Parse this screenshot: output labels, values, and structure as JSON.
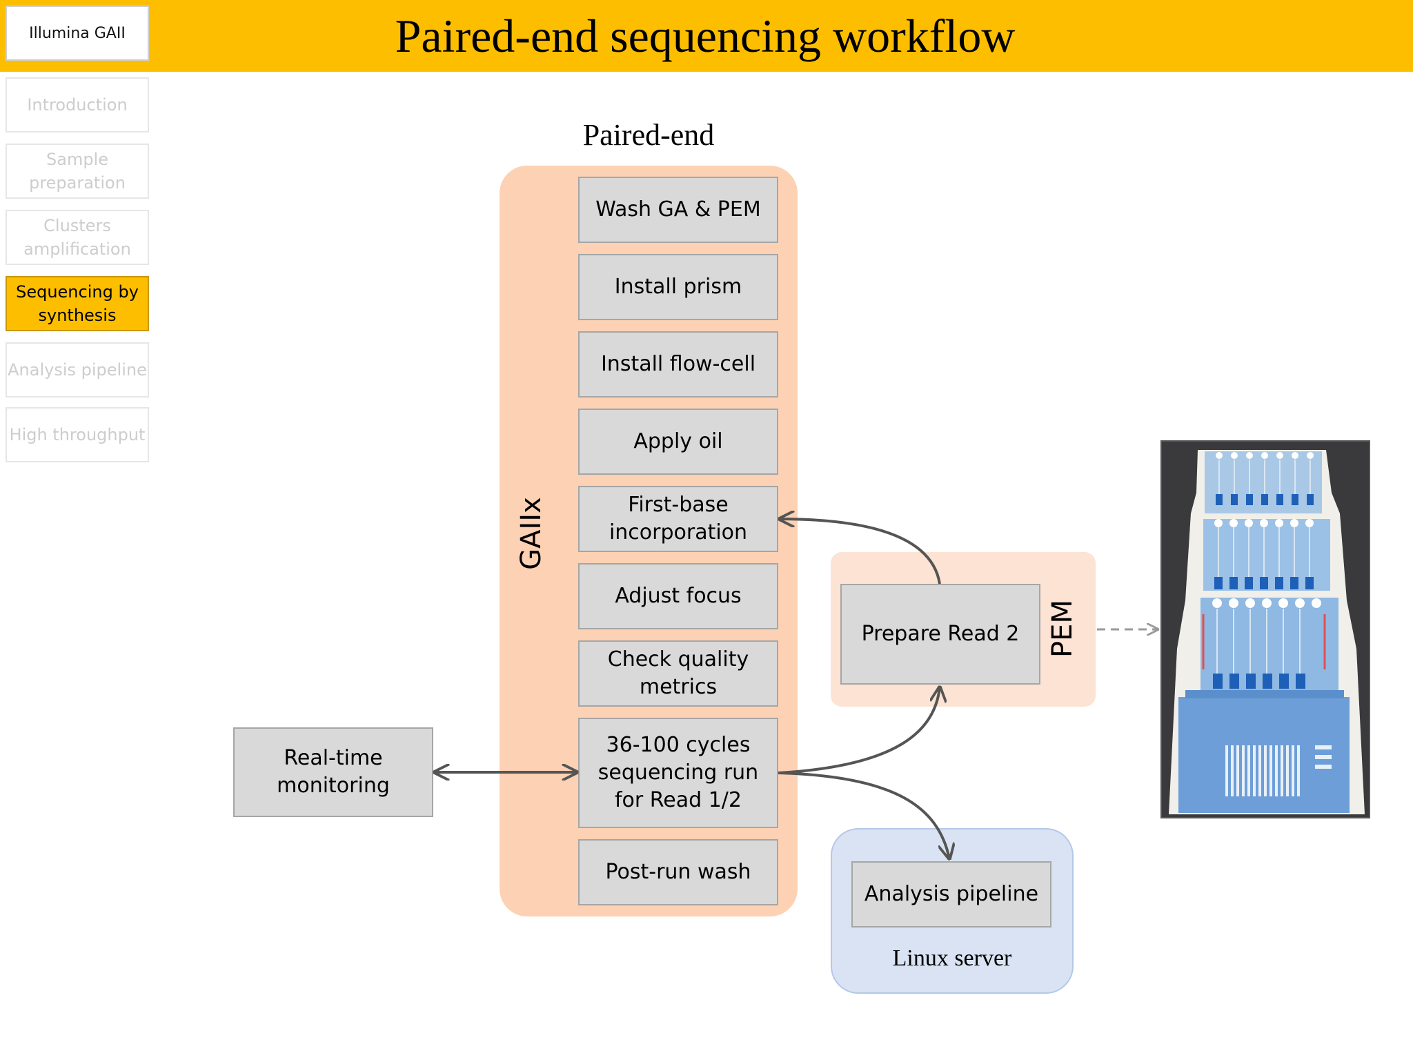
{
  "header": {
    "title": "Paired-end sequencing workflow",
    "brand": "Illumina GAII"
  },
  "sidebar": {
    "items": [
      {
        "label": "Introduction",
        "active": false
      },
      {
        "label": "Sample preparation",
        "active": false
      },
      {
        "label": "Clusters amplification",
        "active": false
      },
      {
        "label": "Sequencing by synthesis",
        "active": true
      },
      {
        "label": "Analysis pipeline",
        "active": false
      },
      {
        "label": "High throughput",
        "active": false
      }
    ]
  },
  "diagram": {
    "heading": "Paired-end",
    "ga_label": "GAIIx",
    "ga_steps": [
      "Wash GA & PEM",
      "Install prism",
      "Install flow-cell",
      "Apply oil",
      "First-base incorporation",
      "Adjust focus",
      "Check quality metrics",
      "36-100 cycles sequencing run for Read 1/2",
      "Post-run wash"
    ],
    "realtime": "Real-time monitoring",
    "pem_label": "PEM",
    "pem_step": "Prepare Read 2",
    "analysis": "Analysis pipeline",
    "server": "Linux server"
  },
  "colors": {
    "accent": "#fdbe00",
    "ga_panel": "#fdd1b3",
    "pem_panel": "#fde3d3",
    "linux_panel": "#dae3f3",
    "step_box": "#d9d9d9"
  }
}
